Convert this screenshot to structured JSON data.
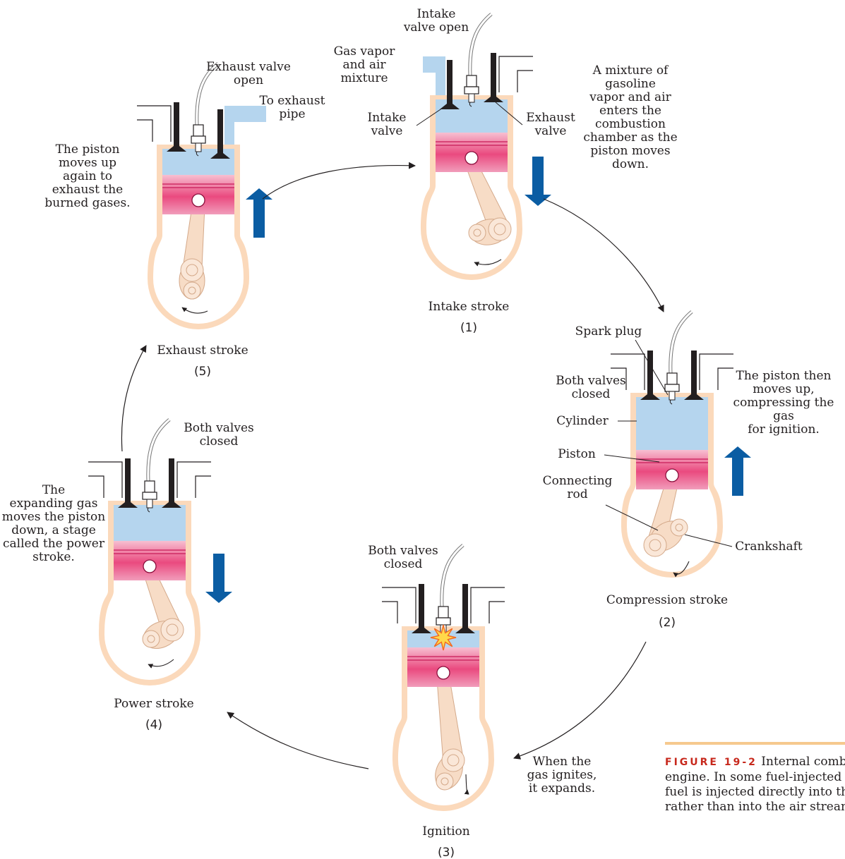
{
  "engines": [
    {
      "id": "intake",
      "name": "Intake stroke",
      "number": "(1)",
      "labels": [
        "Intake valve open",
        "Gas vapor and air mixture",
        "Intake valve",
        "Exhaust valve"
      ],
      "description": "A mixture of gasoline vapor and air enters the combustion chamber as the piston moves down."
    },
    {
      "id": "compression",
      "name": "Compression stroke",
      "number": "(2)",
      "labels": [
        "Spark plug",
        "Both valves closed",
        "Cylinder",
        "Piston",
        "Connecting rod",
        "Crankshaft"
      ],
      "description": "The piston then moves up, compressing the gas for ignition."
    },
    {
      "id": "ignition",
      "name": "Ignition",
      "number": "(3)",
      "labels": [
        "Both valves closed"
      ],
      "description": "When the gas ignites, it expands."
    },
    {
      "id": "power",
      "name": "Power stroke",
      "number": "(4)",
      "labels": [
        "Both valves closed"
      ],
      "description": "The expanding gas moves the piston down, a stage called the power stroke."
    },
    {
      "id": "exhaust",
      "name": "Exhaust stroke",
      "number": "(5)",
      "labels": [
        "Exhaust valve open",
        "To exhaust pipe"
      ],
      "description": "The piston moves up again to exhaust the burned gases."
    }
  ],
  "caption": {
    "figure": "FIGURE 19-2",
    "text": "Internal combustion engine. In some fuel-injected engines the fuel is injected directly into the cylinder rather than into the air stream."
  },
  "colors": {
    "cylinder_wall": "#fbd9bb",
    "gas": "#b5d5ee",
    "piston": "#e83d78",
    "arrow": "#0b5da3",
    "caption_rule": "#f6c98e"
  }
}
